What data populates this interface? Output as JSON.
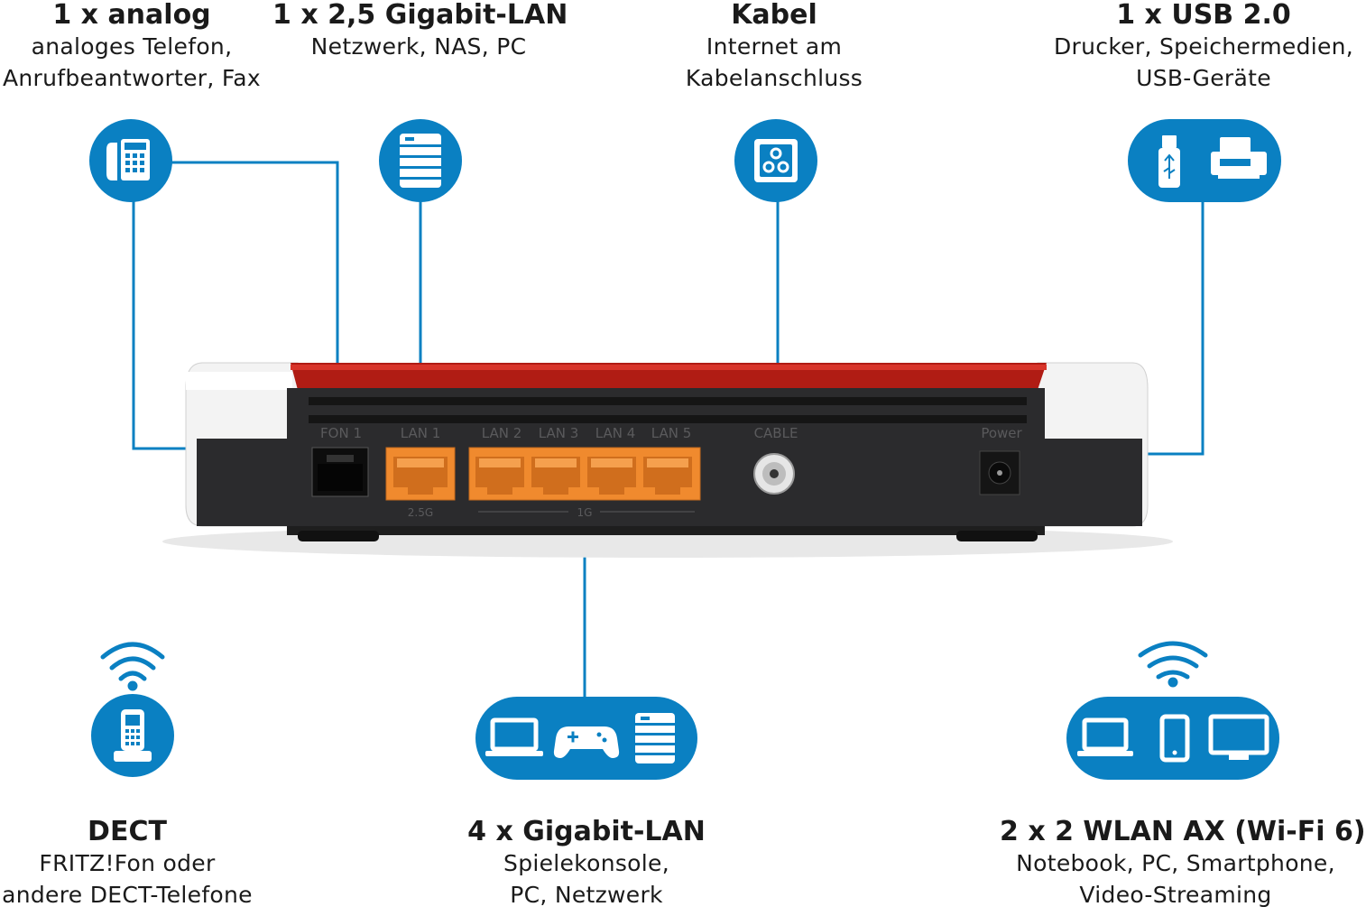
{
  "labels": {
    "analog": {
      "title": "1 x analog",
      "line1": "analoges Telefon,",
      "line2": "Anrufbeantworter, Fax"
    },
    "lan25": {
      "title": "1 x 2,5 Gigabit-LAN",
      "line1": "Netzwerk, NAS, PC"
    },
    "kabel": {
      "title": "Kabel",
      "line1": "Internet am",
      "line2": "Kabelanschluss"
    },
    "usb": {
      "title": "1 x USB 2.0",
      "line1": "Drucker, Speichermedien,",
      "line2": "USB-Geräte"
    },
    "dect": {
      "title": "DECT",
      "line1": "FRITZ!Fon oder",
      "line2": "andere DECT-Telefone"
    },
    "gigalan": {
      "title": "4 x Gigabit-LAN",
      "line1": "Spielekonsole,",
      "line2": "PC, Netzwerk"
    },
    "wlan": {
      "title": "2 x 2 WLAN AX (Wi-Fi 6)",
      "line1": "Notebook, PC, Smartphone,",
      "line2": "Video-Streaming"
    }
  },
  "router": {
    "port_labels": {
      "fon": "FON 1",
      "lan1": "LAN 1",
      "lan2": "LAN 2",
      "lan3": "LAN 3",
      "lan4": "LAN 4",
      "lan5": "LAN 5",
      "cable": "CABLE",
      "power": "Power"
    },
    "speed_labels": {
      "lan1": "2.5G",
      "lan_group": "1G"
    }
  },
  "colors": {
    "accent": "#0a80c2",
    "router_red": "#b01c14",
    "port_orange": "#f08a2e",
    "router_body": "#2b2b2d"
  },
  "icons": [
    "desk-phone-icon",
    "server-icon",
    "coax-socket-icon",
    "usb-stick-icon",
    "printer-icon",
    "wifi-icon",
    "dect-handset-icon",
    "laptop-icon",
    "gamepad-icon",
    "monitor-icon",
    "smartphone-icon"
  ]
}
